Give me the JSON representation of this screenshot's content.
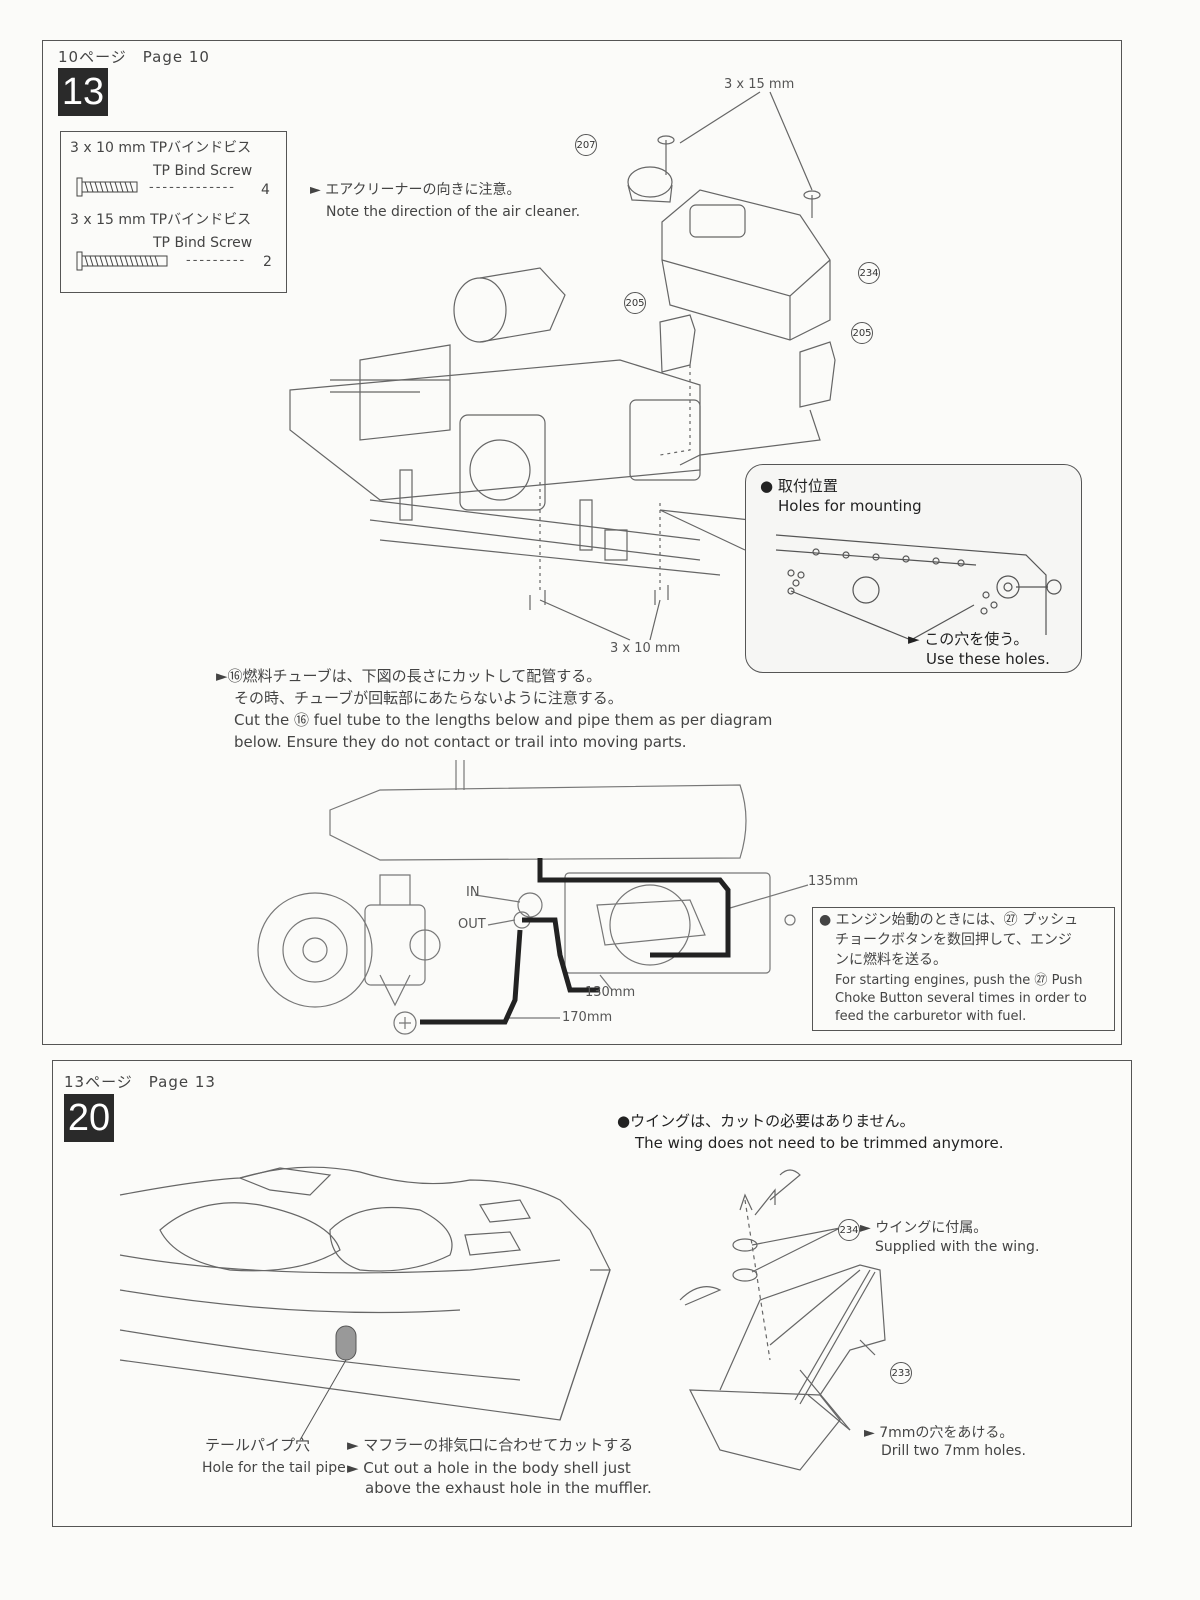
{
  "step13": {
    "page_label": "10ページ　Page 10",
    "step_number": "13",
    "parts_box": {
      "items": [
        {
          "jp": "3 x 10 mm TPバインドビス",
          "en": "TP Bind Screw",
          "qty": "4"
        },
        {
          "jp": "3 x 15 mm TPバインドビス",
          "en": "TP Bind Screw",
          "qty": "2"
        }
      ]
    },
    "dim_3x15": "3 x 15 mm",
    "dim_3x10": "3 x 10 mm",
    "air_cleaner_jp": "► エアクリーナーの向きに注意。",
    "air_cleaner_en": "Note the direction of the air cleaner.",
    "callouts": {
      "c207": "207",
      "c234": "234",
      "c205a": "205",
      "c205b": "205"
    },
    "mount_box": {
      "title_jp": "● 取付位置",
      "title_en": "Holes for mounting",
      "use_jp": "► この穴を使う。",
      "use_en": "Use these holes."
    },
    "fuel_tube": {
      "line1": "►⑯燃料チューブは、下図の長さにカットして配管する。",
      "line2": "その時、チューブが回転部にあたらないように注意する。",
      "line3": "Cut the ⑯ fuel tube to the lengths below and pipe them as per diagram",
      "line4": "below.  Ensure they do not contact or trail into moving parts."
    },
    "tube_in": "IN",
    "tube_out": "OUT",
    "len_135": "135mm",
    "len_130": "130mm",
    "len_170": "170mm",
    "note_box": {
      "jp1": "● エンジン始動のときには、㉗ プッシュ",
      "jp2": "チョークボタンを数回押して、エンジ",
      "jp3": "ンに燃料を送る。",
      "en1": "For starting engines, push the ㉗ Push",
      "en2": "Choke Button several times in order to",
      "en3": "feed the carburetor with fuel."
    }
  },
  "step20": {
    "page_label": "13ページ　Page 13",
    "step_number": "20",
    "wing_jp": "●ウイングは、カットの必要はありません。",
    "wing_en": "The wing does not need to be trimmed anymore.",
    "supplied_num": "234",
    "supplied_jp": "► ウイングに付属。",
    "supplied_en": "Supplied with the wing.",
    "wing_num": "233",
    "drill_jp": "► 7mmの穴をあける。",
    "drill_en": "Drill two 7mm holes.",
    "tail_jp": "テールパイプ穴",
    "tail_en": "Hole for the tail pipe",
    "cut_jp": "► マフラーの排気口に合わせてカットする",
    "cut_en1": "► Cut out a hole in the body shell just",
    "cut_en2": "above the exhaust hole in the muffler."
  }
}
